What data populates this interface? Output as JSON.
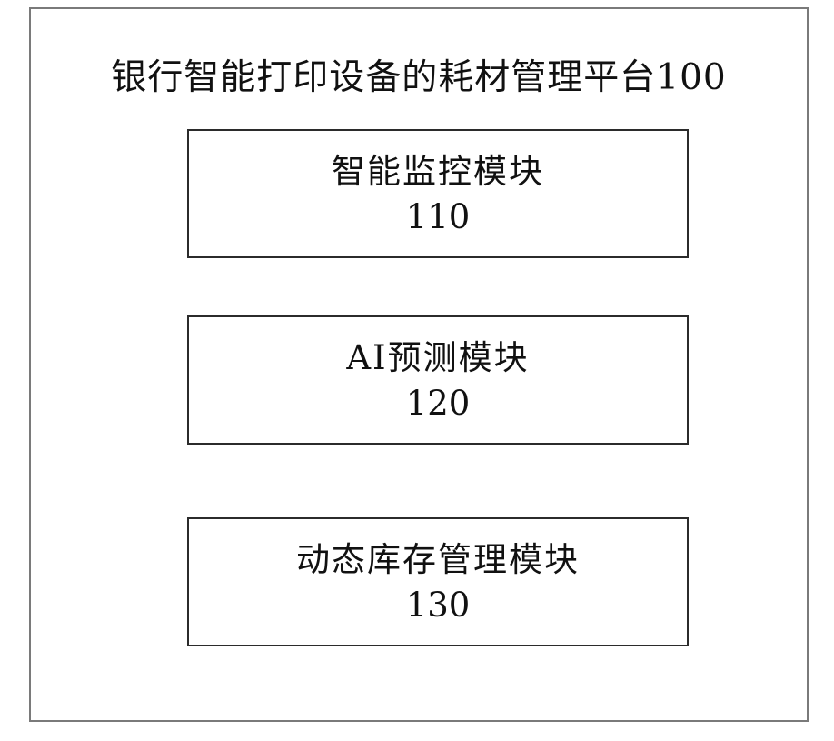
{
  "platform": {
    "title": "银行智能打印设备的耗材管理平台100"
  },
  "modules": [
    {
      "name": "智能监控模块",
      "number": "110"
    },
    {
      "name": "AI预测模块",
      "number": "120"
    },
    {
      "name": "动态库存管理模块",
      "number": "130"
    }
  ],
  "colors": {
    "outer_border": "#7a7a7a",
    "module_border": "#2b2b2b",
    "text": "#111111",
    "background": "#ffffff"
  }
}
